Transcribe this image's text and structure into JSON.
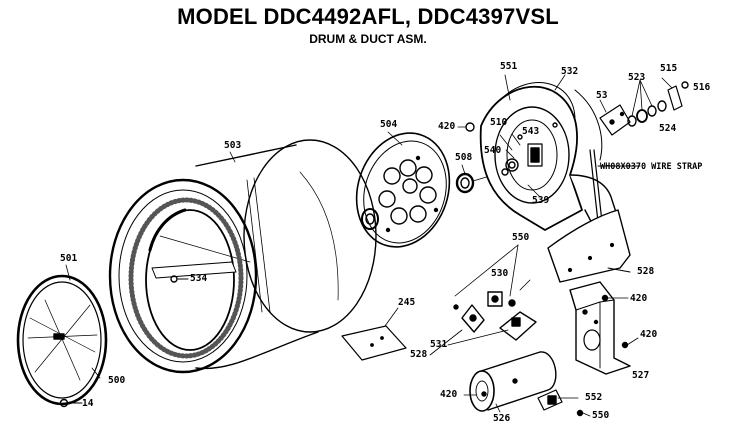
{
  "header": {
    "title": "MODEL DDC4492AFL, DDC4397VSL",
    "subtitle": "DRUM & DUCT ASM."
  },
  "labels": {
    "p501": "501",
    "p500": "500",
    "p14": "14",
    "p503": "503",
    "p534": "534",
    "p504": "504",
    "p245": "245",
    "p508": "508",
    "p420_top": "420",
    "p510": "510",
    "p540": "540",
    "p543": "543",
    "p539": "539",
    "p551": "551",
    "p532": "532",
    "p53": "53",
    "p523": "523",
    "p515": "515",
    "p516": "516",
    "p524": "524",
    "strap": "WH08X0370 WIRE STRAP",
    "p528_right": "528",
    "p550_top": "550",
    "p530": "530",
    "p528_left": "528",
    "p531": "531",
    "p420_mid": "420",
    "p420_right": "420",
    "p527": "527",
    "p420_bottom": "420",
    "p526": "526",
    "p552": "552",
    "p550_bottom": "550"
  }
}
